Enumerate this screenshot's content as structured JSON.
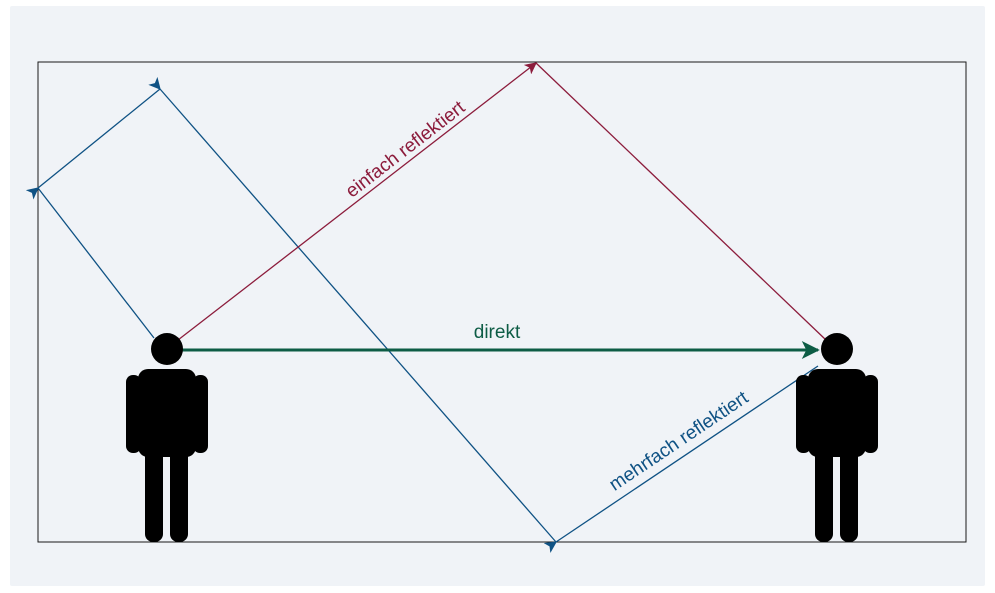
{
  "colors": {
    "panel_background": "#f0f3f7",
    "room_border": "#1a1a1a",
    "direct": "#0d5c45",
    "single_reflection": "#8c1c3c",
    "multiple_reflection": "#0f5284",
    "person": "#000000"
  },
  "labels": {
    "direct": "direkt",
    "single_reflected": "einfach reflektiert",
    "multiple_reflected": "mehrfach reflektiert"
  },
  "icons": {
    "left_person": "person-icon",
    "right_person": "person-icon"
  }
}
